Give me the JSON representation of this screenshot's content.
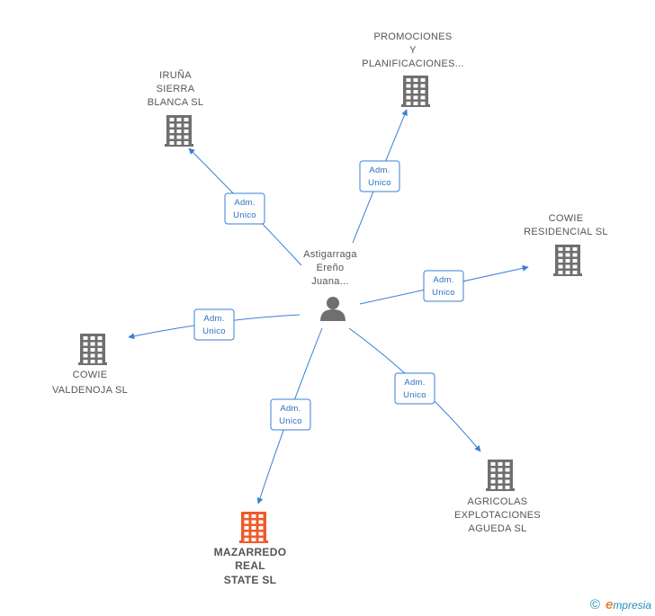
{
  "person": {
    "name_lines": [
      "Astigarraga",
      "Ereño",
      "Juana..."
    ],
    "icon": "person-icon"
  },
  "companies": [
    {
      "id": "irunha",
      "lines": [
        "IRUÑA",
        "SIERRA",
        "BLANCA SL"
      ],
      "icon": "building-icon",
      "color": "#6f6f6f"
    },
    {
      "id": "promociones",
      "lines": [
        "PROMOCIONES",
        "Y",
        "PLANIFICACIONES..."
      ],
      "icon": "building-icon",
      "color": "#6f6f6f"
    },
    {
      "id": "cowie-residencial",
      "lines": [
        "COWIE",
        "RESIDENCIAL SL"
      ],
      "icon": "building-icon",
      "color": "#6f6f6f"
    },
    {
      "id": "cowie-valdenoja",
      "lines": [
        "COWIE",
        "VALDENOJA SL"
      ],
      "icon": "building-icon",
      "color": "#6f6f6f"
    },
    {
      "id": "agricolas",
      "lines": [
        "AGRICOLAS",
        "EXPLOTACIONES",
        "AGUEDA  SL"
      ],
      "icon": "building-icon",
      "color": "#6f6f6f"
    },
    {
      "id": "mazarredo",
      "lines": [
        "MAZARREDO",
        "REAL",
        "STATE SL"
      ],
      "icon": "building-icon",
      "color": "#f05a2a",
      "focus": true
    }
  ],
  "relations": [
    {
      "to": "irunha",
      "role_lines": [
        "Adm.",
        "Unico"
      ]
    },
    {
      "to": "promociones",
      "role_lines": [
        "Adm.",
        "Unico"
      ]
    },
    {
      "to": "cowie-residencial",
      "role_lines": [
        "Adm.",
        "Unico"
      ]
    },
    {
      "to": "cowie-valdenoja",
      "role_lines": [
        "Adm.",
        "Unico"
      ]
    },
    {
      "to": "agricolas",
      "role_lines": [
        "Adm.",
        "Unico"
      ]
    },
    {
      "to": "mazarredo",
      "role_lines": [
        "Adm.",
        "Unico"
      ]
    }
  ],
  "footer": {
    "copyright_symbol": "©",
    "brand_initial": "e",
    "brand_rest": "mpresia"
  },
  "colors": {
    "edge": "#3a7fd5",
    "node": "#6f6f6f",
    "focus": "#f05a2a",
    "brand": "#2a8fb8",
    "brand_accent": "#e8842d"
  }
}
